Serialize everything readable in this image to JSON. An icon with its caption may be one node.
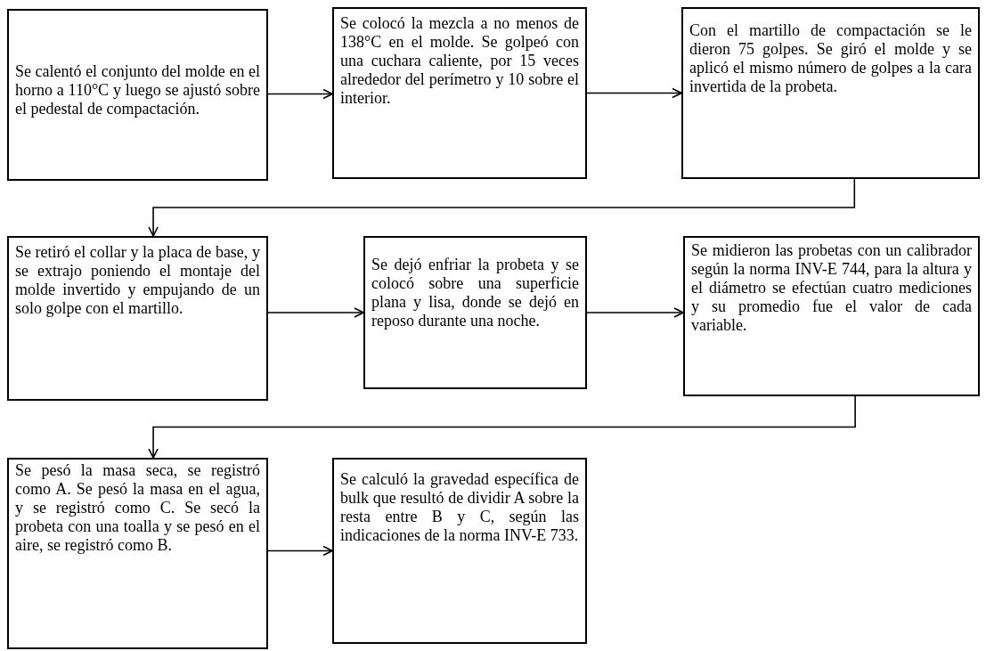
{
  "diagram": {
    "nodes": [
      {
        "text": [
          "Se calentó el conjunto del molde en el horno a 110°C y luego se ajustó sobre el pedestal de compactación."
        ]
      },
      {
        "text": [
          "Se colocó la mezcla a no menos de 138°C en el molde. Se golpeó con una cuchara caliente, por 15 veces alrededor del perímetro y 10 sobre el interior."
        ]
      },
      {
        "text": [
          "Con el martillo de compactación se le dieron 75 golpes. Se giró el molde y se aplicó el mismo número de golpes a la cara invertida de la probeta."
        ]
      },
      {
        "text": [
          "Se retiró el collar y la placa de base, y se extrajo poniendo el montaje del molde invertido y empujando de un solo golpe con el martillo."
        ]
      },
      {
        "text": [
          "Se dejó enfriar la probeta y se colocó sobre una superficie plana y lisa, donde se dejó en reposo durante una noche."
        ]
      },
      {
        "text": [
          "Se midieron las probetas con un calibrador según la norma INV-E 744, para la altura y el diámetro se efectúan cuatro mediciones y su promedio fue el valor de cada variable."
        ]
      },
      {
        "text": [
          "Se pesó la masa seca, se registró como A. Se pesó la masa en el agua, y se registró como C. Se secó la probeta con una toalla y se pesó en el aire, se registró como B."
        ]
      },
      {
        "text": [
          "Se calculó la gravedad específica de bulk que resultó de dividir A sobre la resta entre B y C, según las indicaciones de la norma INV-E 733."
        ]
      }
    ],
    "edges": [
      {
        "from": 0,
        "to": 1,
        "arrow": "to"
      },
      {
        "from": 1,
        "to": 2,
        "arrow": "to"
      },
      {
        "from": 2,
        "to": 3,
        "arrow": "to"
      },
      {
        "from": 3,
        "to": 4,
        "arrow": "to"
      },
      {
        "from": 4,
        "to": 5,
        "arrow": "to"
      },
      {
        "from": 5,
        "to": 6,
        "arrow": "to"
      },
      {
        "from": 6,
        "to": 7,
        "arrow": "to"
      }
    ]
  }
}
